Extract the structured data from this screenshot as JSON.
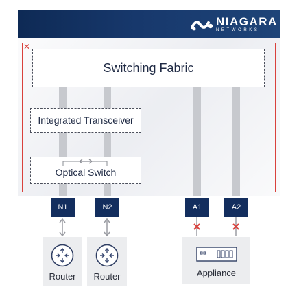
{
  "logo": {
    "main": "NIAGARA",
    "sub": "NETWORKS"
  },
  "fabric": {
    "label": "Switching Fabric"
  },
  "transceiver": {
    "label": "Integrated Transceiver"
  },
  "optical_switch": {
    "label": "Optical Switch"
  },
  "ports": [
    {
      "id": "N1",
      "label": "N1",
      "status": "connected"
    },
    {
      "id": "N2",
      "label": "N2",
      "status": "connected"
    },
    {
      "id": "A1",
      "label": "A1",
      "status": "disconnected"
    },
    {
      "id": "A2",
      "label": "A2",
      "status": "disconnected"
    }
  ],
  "devices": [
    {
      "label": "Router",
      "icon": "router-icon"
    },
    {
      "label": "Router",
      "icon": "router-icon"
    },
    {
      "label": "Appliance",
      "icon": "appliance-icon"
    }
  ],
  "colors": {
    "header": "#0e2a55",
    "port": "#132e5e",
    "alert": "#d9413c",
    "link": "#9a9ca2"
  }
}
